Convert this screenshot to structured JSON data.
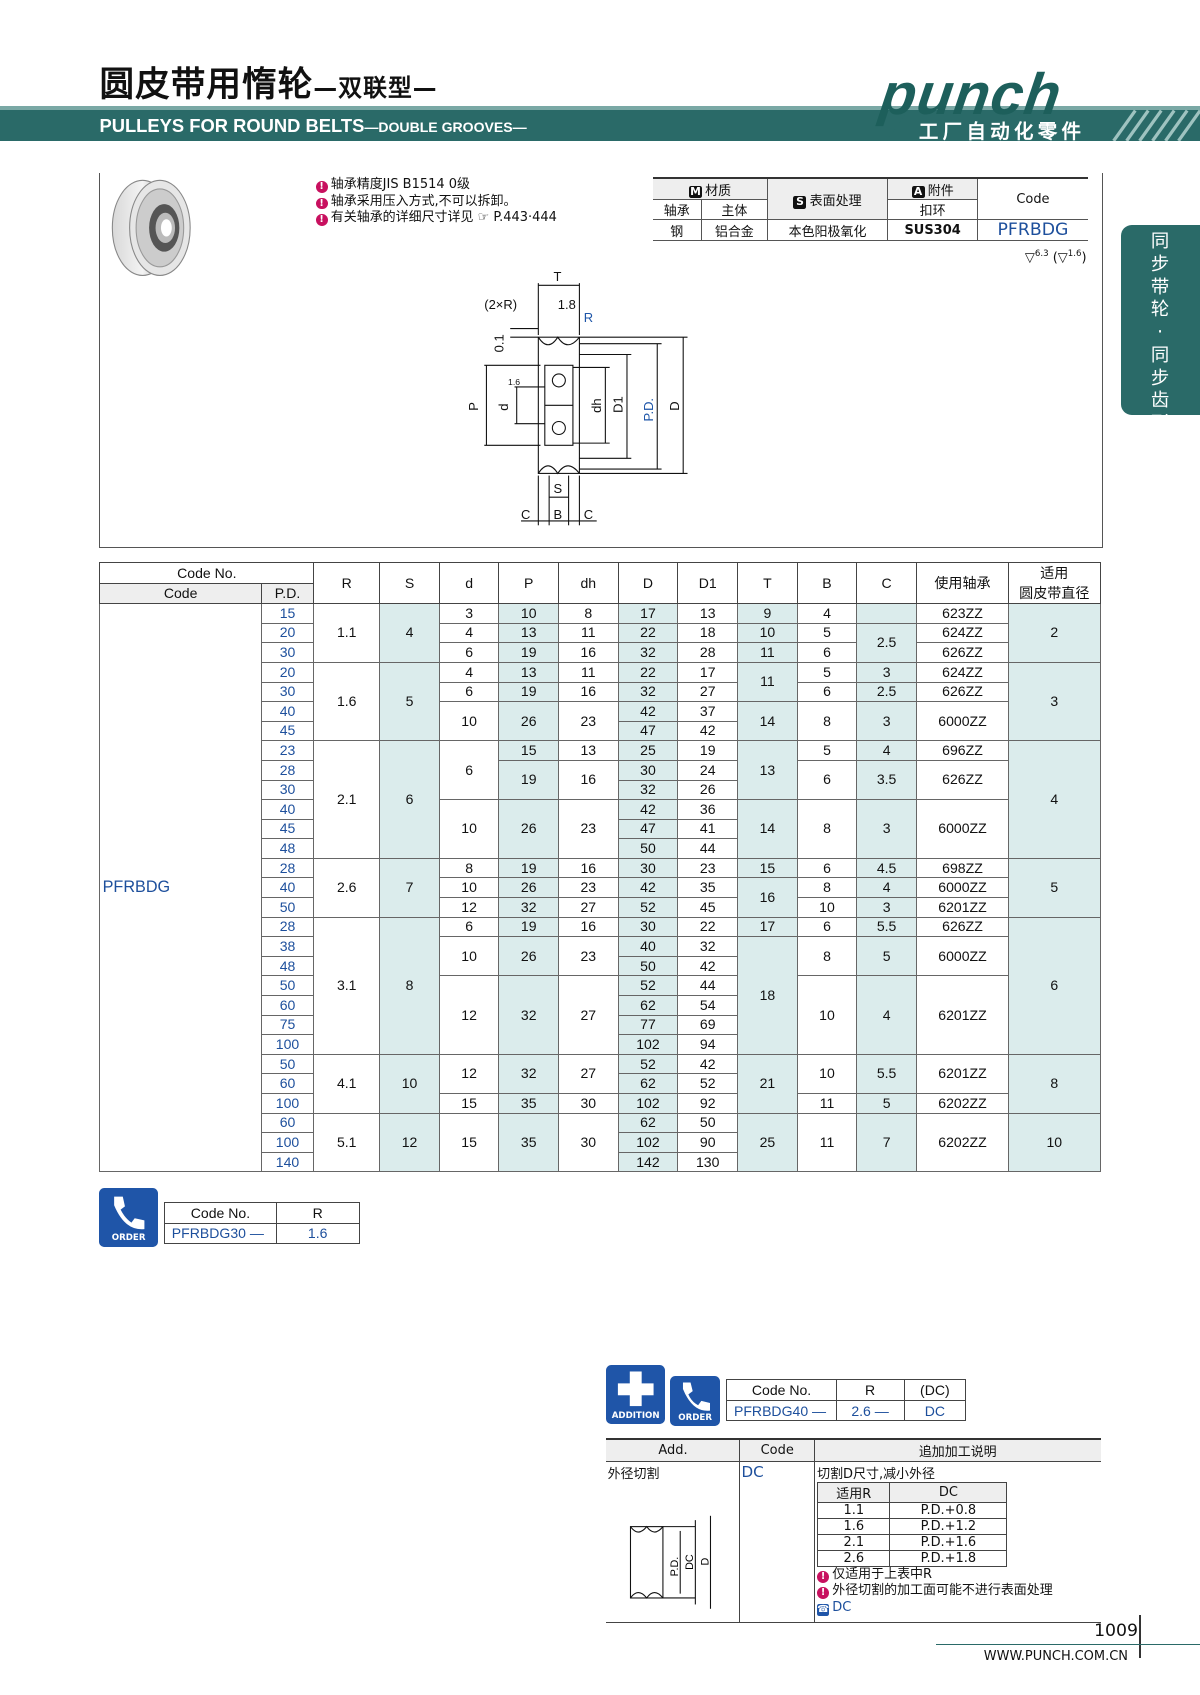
{
  "header": {
    "title_cn": "圆皮带用惰轮",
    "title_cn_sub": "—双联型—",
    "title_en": "PULLEYS FOR ROUND BELTS",
    "title_en_sub": "—DOUBLE GROOVES—",
    "logo": "punch",
    "logo_tagline": "工厂自动化零件",
    "side_tab": "同步带轮·同步齿形带"
  },
  "notes": [
    "轴承精度JIS  B1514  0级",
    "轴承采用压入方式,不可以拆卸。",
    "有关轴承的详细尺寸详见",
    "P.443·444"
  ],
  "materials": {
    "m_label": "材质",
    "s_label": "表面处理",
    "a_label": "附件",
    "code_header": "Code",
    "sub_headers": [
      "轴承",
      "主体",
      "扣环"
    ],
    "values": [
      "钢",
      "铝合金",
      "本色阳极氧化",
      "SUS304"
    ],
    "code": "PFRBDG",
    "roughness": "6.3",
    "roughness2": "1.6"
  },
  "diagram": {
    "labels": [
      "T",
      "(2×R)",
      "1.8",
      "R",
      "0.1",
      "1.6",
      "P",
      "d",
      "dh",
      "D1",
      "P.D.",
      "D",
      "S",
      "C",
      "B",
      "C"
    ]
  },
  "table": {
    "headers": [
      "Code No.",
      "Code",
      "P.D.",
      "R",
      "S",
      "d",
      "P",
      "dh",
      "D",
      "D1",
      "T",
      "B",
      "C",
      "使用轴承",
      "适用",
      "圆皮带直径"
    ],
    "code": "PFRBDG",
    "groups": [
      {
        "r": "1.1",
        "s": "4",
        "belt": "2",
        "rows": [
          {
            "pd": "15",
            "d": "3",
            "p": "10",
            "dh": "8",
            "D": "17",
            "D1": "13",
            "T": "9",
            "B": "4",
            "C": "",
            "brg": "623ZZ"
          },
          {
            "pd": "20",
            "d": "4",
            "p": "13",
            "dh": "11",
            "D": "22",
            "D1": "18",
            "T": "10",
            "B": "5",
            "C": "2.5",
            "brg": "624ZZ"
          },
          {
            "pd": "30",
            "d": "6",
            "p": "19",
            "dh": "16",
            "D": "32",
            "D1": "28",
            "T": "11",
            "B": "6",
            "C": "",
            "brg": "626ZZ"
          }
        ]
      },
      {
        "r": "1.6",
        "s": "5",
        "belt": "3",
        "rows": [
          {
            "pd": "20",
            "d": "4",
            "p": "13",
            "dh": "11",
            "D": "22",
            "D1": "17",
            "T": "11",
            "B": "5",
            "C": "3",
            "brg": "624ZZ"
          },
          {
            "pd": "30",
            "d": "6",
            "p": "19",
            "dh": "16",
            "D": "32",
            "D1": "27",
            "T": "",
            "B": "6",
            "C": "2.5",
            "brg": "626ZZ"
          },
          {
            "pd": "40",
            "d": "10",
            "p": "26",
            "dh": "23",
            "D": "42",
            "D1": "37",
            "T": "14",
            "B": "8",
            "C": "3",
            "brg": "6000ZZ"
          },
          {
            "pd": "45",
            "d": "",
            "p": "",
            "dh": "",
            "D": "47",
            "D1": "42",
            "T": "",
            "B": "",
            "C": "",
            "brg": ""
          }
        ]
      },
      {
        "r": "2.1",
        "s": "6",
        "belt": "4",
        "rows": [
          {
            "pd": "23",
            "d": "6",
            "p": "15",
            "dh": "13",
            "D": "25",
            "D1": "19",
            "T": "13",
            "B": "5",
            "C": "4",
            "brg": "696ZZ"
          },
          {
            "pd": "28",
            "d": "",
            "p": "19",
            "dh": "16",
            "D": "30",
            "D1": "24",
            "T": "",
            "B": "6",
            "C": "3.5",
            "brg": "626ZZ"
          },
          {
            "pd": "30",
            "d": "",
            "p": "",
            "dh": "",
            "D": "32",
            "D1": "26",
            "T": "",
            "B": "",
            "C": "",
            "brg": ""
          },
          {
            "pd": "40",
            "d": "10",
            "p": "26",
            "dh": "23",
            "D": "42",
            "D1": "36",
            "T": "14",
            "B": "8",
            "C": "3",
            "brg": "6000ZZ"
          },
          {
            "pd": "45",
            "d": "",
            "p": "",
            "dh": "",
            "D": "47",
            "D1": "41",
            "T": "",
            "B": "",
            "C": "",
            "brg": ""
          },
          {
            "pd": "48",
            "d": "",
            "p": "",
            "dh": "",
            "D": "50",
            "D1": "44",
            "T": "",
            "B": "",
            "C": "",
            "brg": ""
          }
        ]
      },
      {
        "r": "2.6",
        "s": "7",
        "belt": "5",
        "rows": [
          {
            "pd": "28",
            "d": "8",
            "p": "19",
            "dh": "16",
            "D": "30",
            "D1": "23",
            "T": "15",
            "B": "6",
            "C": "4.5",
            "brg": "698ZZ"
          },
          {
            "pd": "40",
            "d": "10",
            "p": "26",
            "dh": "23",
            "D": "42",
            "D1": "35",
            "T": "16",
            "B": "8",
            "C": "4",
            "brg": "6000ZZ"
          },
          {
            "pd": "50",
            "d": "12",
            "p": "32",
            "dh": "27",
            "D": "52",
            "D1": "45",
            "T": "",
            "B": "10",
            "C": "3",
            "brg": "6201ZZ"
          }
        ]
      },
      {
        "r": "3.1",
        "s": "8",
        "belt": "6",
        "rows": [
          {
            "pd": "28",
            "d": "6",
            "p": "19",
            "dh": "16",
            "D": "30",
            "D1": "22",
            "T": "17",
            "B": "6",
            "C": "5.5",
            "brg": "626ZZ"
          },
          {
            "pd": "38",
            "d": "10",
            "p": "26",
            "dh": "23",
            "D": "40",
            "D1": "32",
            "T": "18",
            "B": "8",
            "C": "5",
            "brg": "6000ZZ"
          },
          {
            "pd": "48",
            "d": "",
            "p": "",
            "dh": "",
            "D": "50",
            "D1": "42",
            "T": "",
            "B": "",
            "C": "",
            "brg": ""
          },
          {
            "pd": "50",
            "d": "12",
            "p": "32",
            "dh": "27",
            "D": "52",
            "D1": "44",
            "T": "",
            "B": "10",
            "C": "4",
            "brg": "6201ZZ"
          },
          {
            "pd": "60",
            "d": "",
            "p": "",
            "dh": "",
            "D": "62",
            "D1": "54",
            "T": "",
            "B": "",
            "C": "",
            "brg": ""
          },
          {
            "pd": "75",
            "d": "",
            "p": "",
            "dh": "",
            "D": "77",
            "D1": "69",
            "T": "",
            "B": "",
            "C": "",
            "brg": ""
          },
          {
            "pd": "100",
            "d": "",
            "p": "",
            "dh": "",
            "D": "102",
            "D1": "94",
            "T": "",
            "B": "",
            "C": "",
            "brg": ""
          }
        ]
      },
      {
        "r": "4.1",
        "s": "10",
        "belt": "8",
        "rows": [
          {
            "pd": "50",
            "d": "12",
            "p": "32",
            "dh": "27",
            "D": "52",
            "D1": "42",
            "T": "21",
            "B": "10",
            "C": "5.5",
            "brg": "6201ZZ"
          },
          {
            "pd": "60",
            "d": "",
            "p": "",
            "dh": "",
            "D": "62",
            "D1": "52",
            "T": "",
            "B": "",
            "C": "",
            "brg": ""
          },
          {
            "pd": "100",
            "d": "15",
            "p": "35",
            "dh": "30",
            "D": "102",
            "D1": "92",
            "T": "",
            "B": "11",
            "C": "5",
            "brg": "6202ZZ"
          }
        ]
      },
      {
        "r": "5.1",
        "s": "12",
        "belt": "10",
        "rows": [
          {
            "pd": "60",
            "d": "15",
            "p": "35",
            "dh": "30",
            "D": "62",
            "D1": "50",
            "T": "25",
            "B": "11",
            "C": "7",
            "brg": "6202ZZ"
          },
          {
            "pd": "100",
            "d": "",
            "p": "",
            "dh": "",
            "D": "102",
            "D1": "90",
            "T": "",
            "B": "",
            "C": "",
            "brg": ""
          },
          {
            "pd": "140",
            "d": "",
            "p": "",
            "dh": "",
            "D": "142",
            "D1": "130",
            "T": "",
            "B": "",
            "C": "",
            "brg": ""
          }
        ]
      }
    ]
  },
  "order": {
    "icon_label": "ORDER",
    "headers": [
      "Code No.",
      "R"
    ],
    "values": [
      "PFRBDG30",
      "—",
      "1.6"
    ]
  },
  "addition": {
    "icon_label": "ADDITION",
    "order_label": "ORDER",
    "headers": [
      "Code No.",
      "R",
      "(DC)"
    ],
    "values": [
      "PFRBDG40",
      "—",
      "2.6",
      "—",
      "DC"
    ],
    "table_headers": [
      "Add.",
      "Code",
      "追加加工说明"
    ],
    "add_name": "外径切割",
    "add_code": "DC",
    "desc": "切割D尺寸,减小外径",
    "dc_headers": [
      "适用R",
      "DC"
    ],
    "dc_rows": [
      [
        "1.1",
        "P.D.+0.8"
      ],
      [
        "1.6",
        "P.D.+1.2"
      ],
      [
        "2.1",
        "P.D.+1.6"
      ],
      [
        "2.6",
        "P.D.+1.8"
      ]
    ],
    "notes": [
      "仅适用于上表中R",
      "外径切割的加工面可能不进行表面处理"
    ],
    "dc_mark": "DC",
    "diagram_labels": [
      "P.D.",
      "DC",
      "D"
    ]
  },
  "footer": {
    "page": "1009",
    "url": "WWW.PUNCH.COM.CN"
  }
}
